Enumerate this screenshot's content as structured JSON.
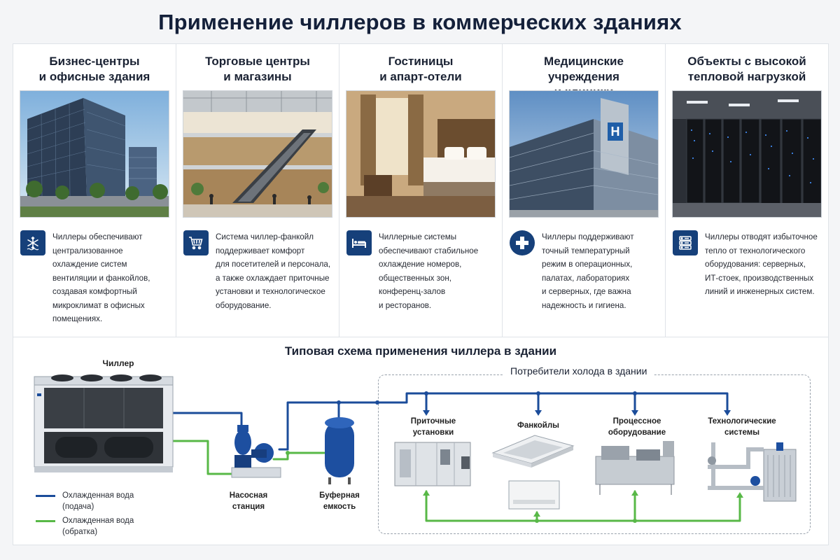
{
  "page": {
    "title": "Применение чиллеров в коммерческих зданиях"
  },
  "cards": [
    {
      "title": "Бизнес-центры\nи офисные здания",
      "icon": "snowflake-icon",
      "text": "Чиллеры обеспечивают\nцентрализованное\nохлаждение систем\nвентиляции и фанкойлов,\nсоздавая комфортный\nмикроклимат в офисных\nпомещениях."
    },
    {
      "title": "Торговые центры\nи магазины",
      "icon": "shopping-cart-icon",
      "text": "Система чиллер-фанкойл\nподдерживает комфорт\nдля посетителей и персонала,\nа также охлаждает приточные\nустановки и технологическое\nоборудование."
    },
    {
      "title": "Гостиницы\nи апарт-отели",
      "icon": "bed-icon",
      "text": "Чиллерные системы\nобеспечивают стабильное\nохлаждение номеров,\nобщественных зон,\nконференц-залов\nи ресторанов."
    },
    {
      "title": "Медицинские учреждения\nи клиники",
      "icon": "medical-cross-icon",
      "text": "Чиллеры поддерживают\nточный температурный\nрежим в операционных,\nпалатах, лабораториях\nи серверных, где важна\nнадежность и гигиена."
    },
    {
      "title": "Объекты с высокой\nтепловой нагрузкой",
      "icon": "server-icon",
      "text": "Чиллеры отводят избыточное\nтепло от технологического\nоборудования: серверных,\nИТ-стоек, производственных\nлиний и инженерных систем."
    }
  ],
  "scheme": {
    "title": "Типовая схема применения чиллера в здании",
    "chiller_label": "Чиллер",
    "pump_label": "Насосная\nстанция",
    "tank_label": "Буферная\nемкость",
    "consumers_title": "Потребители холода в здании",
    "consumers": [
      {
        "label": "Приточные\nустановки"
      },
      {
        "label": "Фанкойлы"
      },
      {
        "label": "Процессное\nоборудование"
      },
      {
        "label": "Технологические\nсистемы"
      }
    ],
    "legend": [
      {
        "label": "Охлажденная вода\n(подача)",
        "color": "#1b4c9a"
      },
      {
        "label": "Охлажденная вода\n(обратка)",
        "color": "#58b847"
      }
    ]
  },
  "colors": {
    "supply": "#1b4c9a",
    "return": "#58b847",
    "accent": "#16407a"
  }
}
